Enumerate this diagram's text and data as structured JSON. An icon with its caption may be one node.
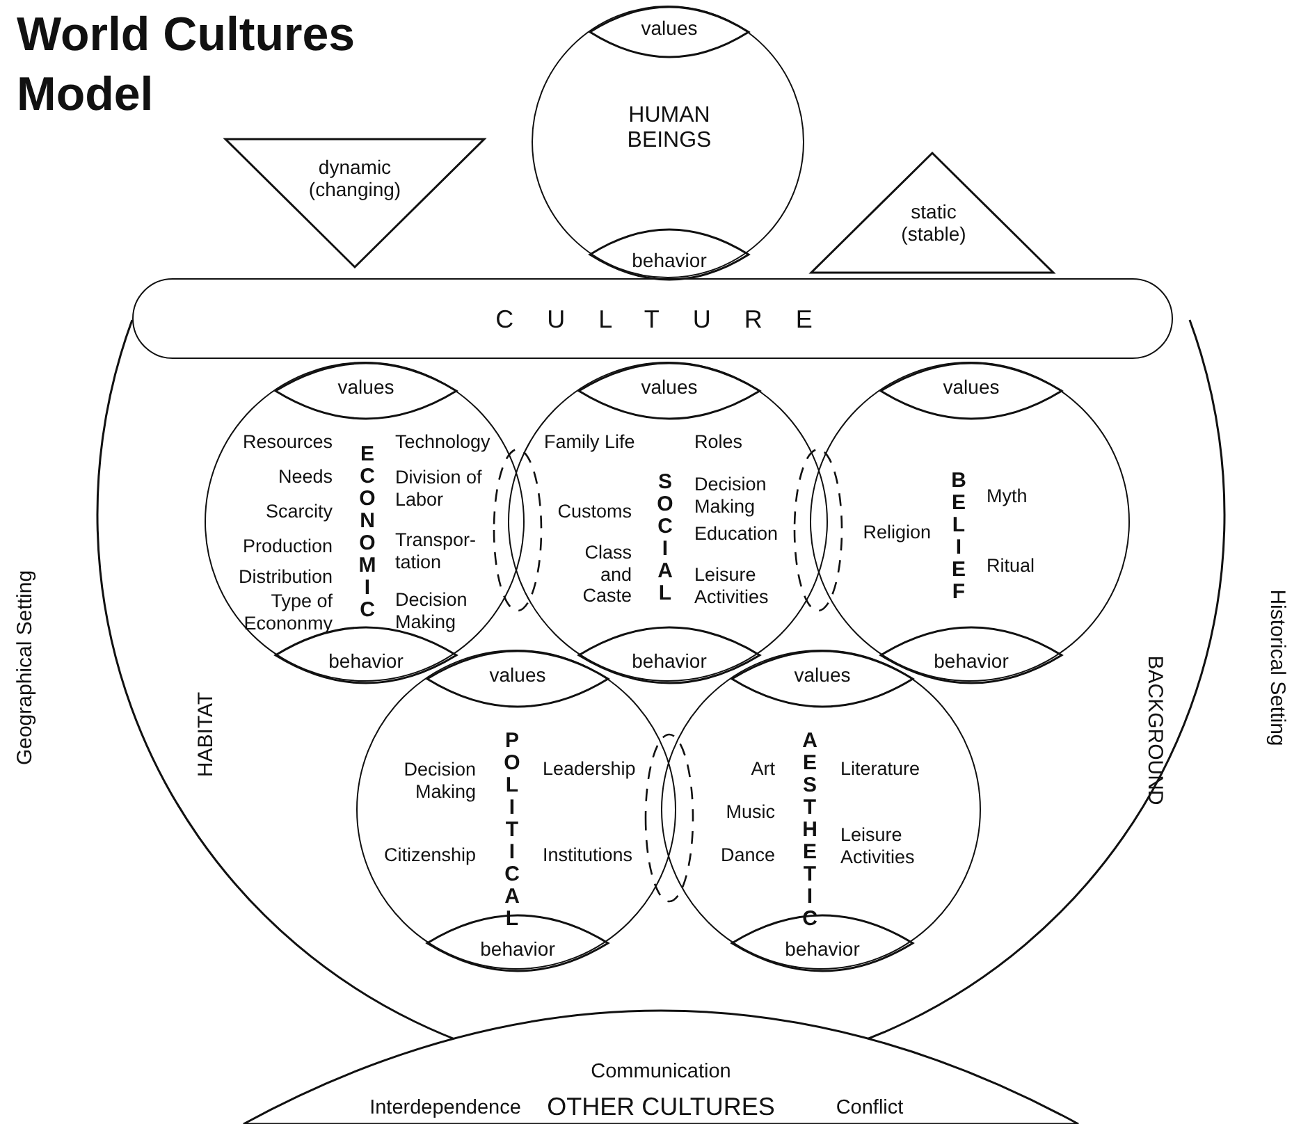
{
  "diagram": {
    "title": "World Cultures Model",
    "nodes": [
      {
        "text": [
          "HUMAN BEINGS"
        ]
      },
      {
        "text": [
          "values"
        ],
        "in": 0
      },
      {
        "text": [
          "behavior"
        ],
        "in": 0
      },
      {
        "text": [
          "dynamic (changing)"
        ]
      },
      {
        "text": [
          "static (stable)"
        ]
      },
      {
        "text": [
          "CULTURE"
        ]
      },
      {
        "text": [
          "HABITAT",
          "BACKGROUND"
        ]
      },
      {
        "text": [
          "ECONOMIC",
          "Resources",
          "Needs",
          "Scarcity",
          "Production",
          "Distribution",
          "Type of Econonmy",
          "Technology",
          "Division of Labor",
          "Transpor- tation",
          "Decision Making"
        ],
        "in": 6
      },
      {
        "text": [
          "values"
        ],
        "in": 7
      },
      {
        "text": [
          "behavior"
        ],
        "in": 7
      },
      {
        "text": [
          "SOCIAL",
          "Family Life",
          "Customs",
          "Class and Caste",
          "Roles",
          "Decision Making",
          "Education",
          "Leisure Activities"
        ],
        "in": 6
      },
      {
        "text": [
          "values"
        ],
        "in": 10
      },
      {
        "text": [
          "behavior"
        ],
        "in": 10
      },
      {
        "text": [
          "BELIEF",
          "Religion",
          "Myth",
          "Ritual"
        ],
        "in": 6
      },
      {
        "text": [
          "values"
        ],
        "in": 13
      },
      {
        "text": [
          "behavior"
        ],
        "in": 13
      },
      {
        "text": [
          "POLITICAL",
          "Decision Making",
          "Citizenship",
          "Leadership",
          "Institutions"
        ],
        "in": 6
      },
      {
        "text": [
          "values"
        ],
        "in": 16
      },
      {
        "text": [
          "behavior"
        ],
        "in": 16
      },
      {
        "text": [
          "AESTHETIC",
          "Art",
          "Music",
          "Dance",
          "Literature",
          "Leisure Activities"
        ],
        "in": 6
      },
      {
        "text": [
          "values"
        ],
        "in": 19
      },
      {
        "text": [
          "behavior"
        ],
        "in": 19
      },
      {
        "text": [
          "Communication",
          "Interdependence",
          "OTHER CULTURES",
          "Conflict"
        ]
      },
      {
        "text": [],
        "shape": "ellipse",
        "in": 6
      },
      {
        "text": [],
        "shape": "ellipse",
        "in": 6
      },
      {
        "text": [],
        "shape": "ellipse",
        "in": 6
      }
    ],
    "labels": [
      "Geographical Setting",
      "Historical Setting"
    ]
  }
}
